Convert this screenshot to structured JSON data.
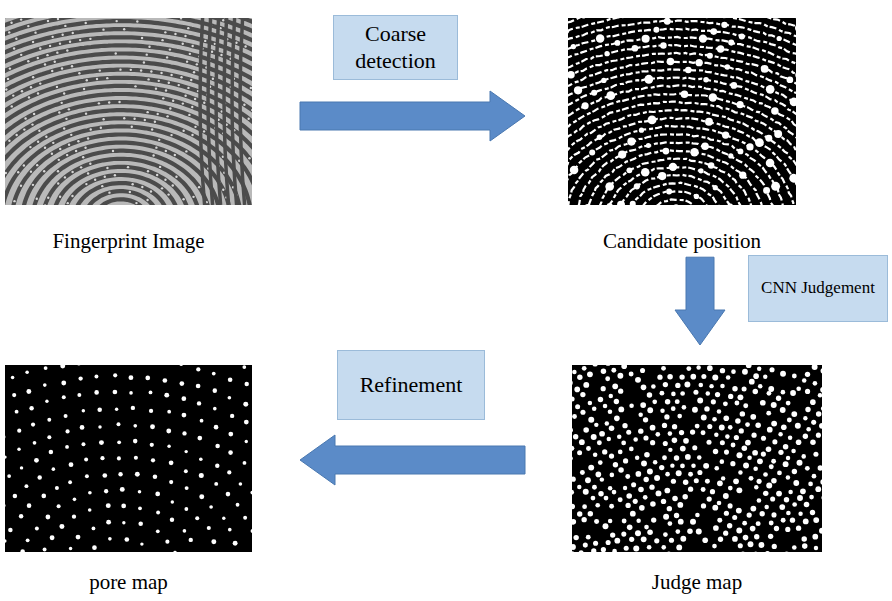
{
  "diagram": {
    "nodes": [
      {
        "text": [
          "Fingerprint Image"
        ]
      },
      {
        "text": [
          "Candidate position"
        ]
      },
      {
        "text": [
          "Judge map"
        ]
      },
      {
        "text": [
          "pore map"
        ]
      }
    ],
    "edges": [
      {
        "from": 0,
        "to": 1,
        "arrow": "to",
        "label": "Coarse detection"
      },
      {
        "from": 1,
        "to": 2,
        "arrow": "to",
        "label": "CNN Judgement"
      },
      {
        "from": 2,
        "to": 3,
        "arrow": "to",
        "label": "Refinement"
      }
    ]
  }
}
